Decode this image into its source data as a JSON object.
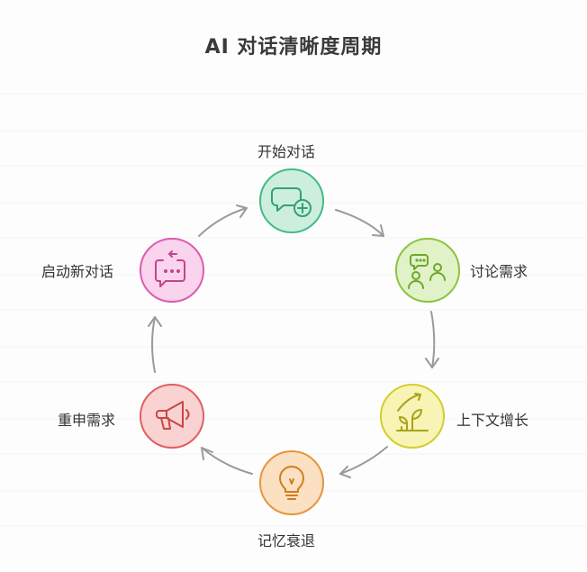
{
  "title": "AI 对话清晰度周期",
  "stages": [
    {
      "label": "开始对话",
      "icon": "chat-plus-icon",
      "fill": "#cdeedd",
      "stroke": "#44b98a"
    },
    {
      "label": "讨论需求",
      "icon": "people-discussion-icon",
      "fill": "#e1f2c8",
      "stroke": "#8cc43e"
    },
    {
      "label": "上下文增长",
      "icon": "plant-growth-icon",
      "fill": "#f7f4b6",
      "stroke": "#d4cd2c"
    },
    {
      "label": "记忆衰退",
      "icon": "lightbulb-icon",
      "fill": "#fbe0c2",
      "stroke": "#e5963d"
    },
    {
      "label": "重申需求",
      "icon": "megaphone-icon",
      "fill": "#f9d3d2",
      "stroke": "#e25f5f"
    },
    {
      "label": "启动新对话",
      "icon": "new-message-icon",
      "fill": "#f9d4ec",
      "stroke": "#dc5cb0"
    }
  ],
  "arrow_color": "#9a9a9a"
}
